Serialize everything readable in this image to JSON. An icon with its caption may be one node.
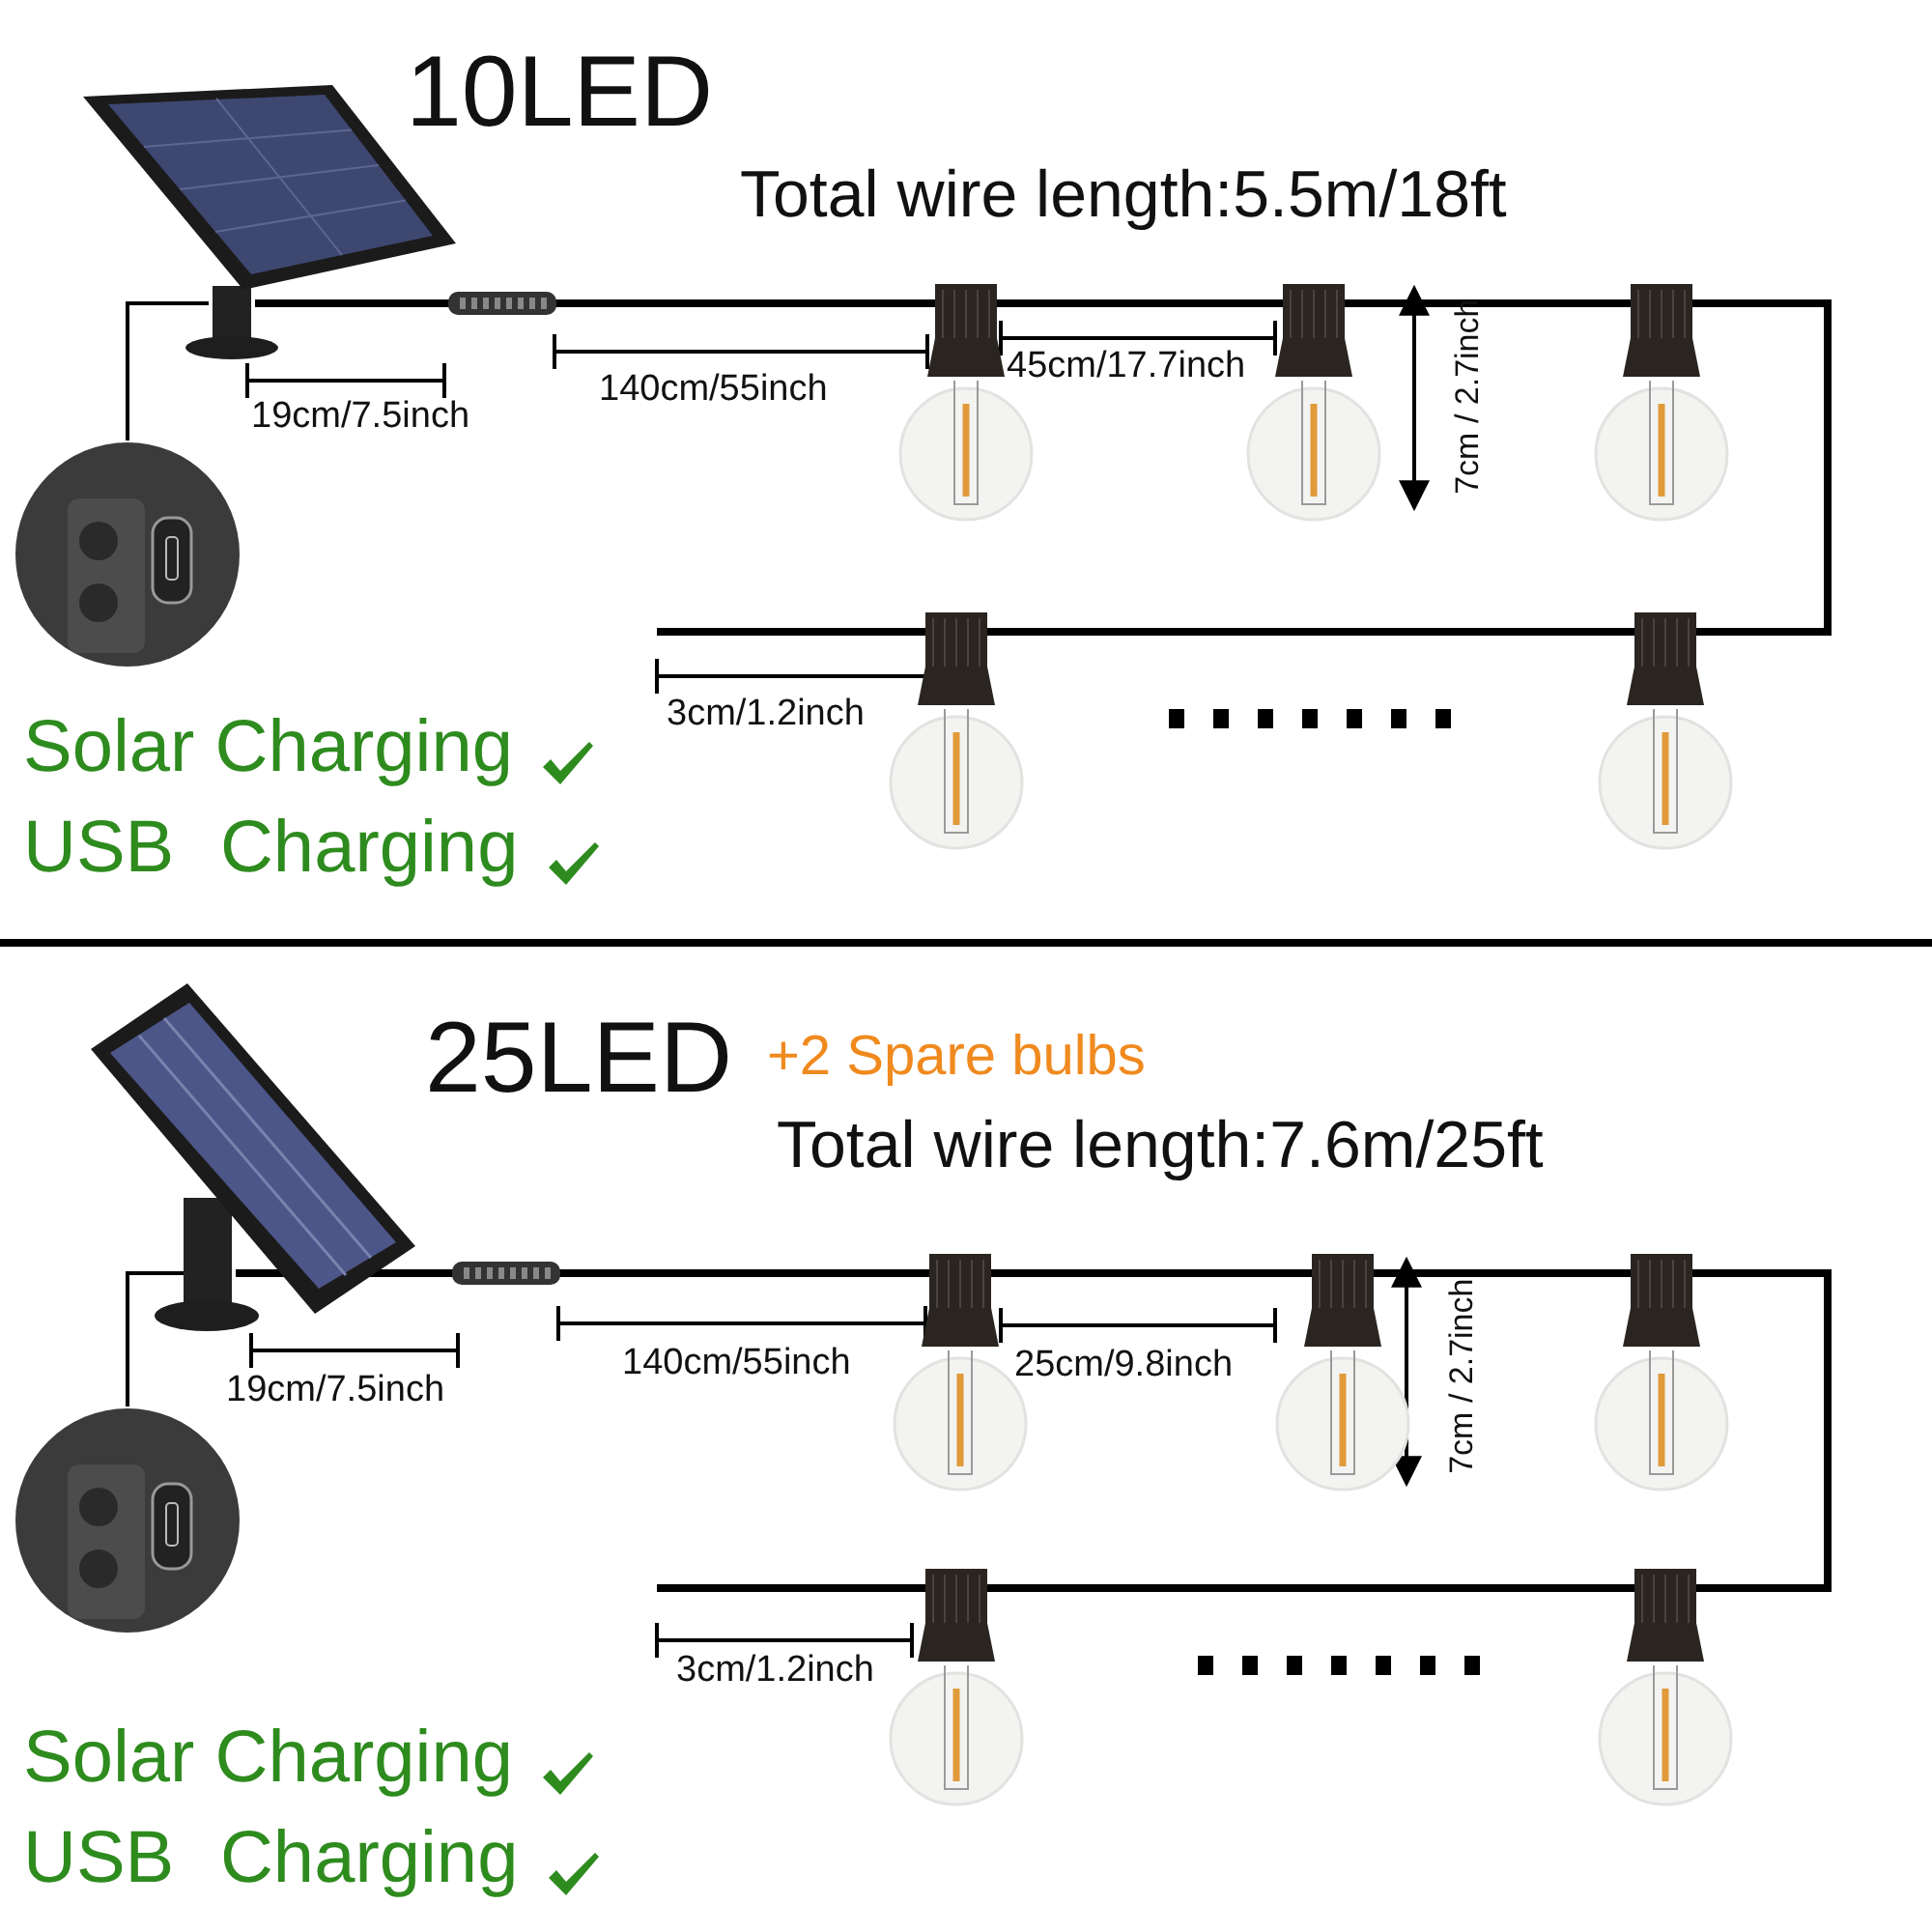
{
  "diagram": {
    "nodes": [
      {
        "text": [],
        "shape": "picture"
      },
      {
        "text": [],
        "shape": "picture"
      },
      {
        "text": [],
        "shape": "picture"
      },
      {
        "text": [],
        "shape": "picture"
      },
      {
        "text": [],
        "shape": "picture"
      },
      {
        "text": [],
        "shape": "picture"
      },
      {
        "text": [],
        "shape": "picture"
      },
      {
        "text": [],
        "shape": "picture"
      },
      {
        "text": [],
        "shape": "picture"
      },
      {
        "text": [],
        "shape": "picture"
      },
      {
        "text": [],
        "shape": "picture"
      },
      {
        "text": [],
        "shape": "picture"
      },
      {
        "text": [],
        "shape": "picture"
      },
      {
        "text": [],
        "shape": "picture"
      }
    ],
    "edges": [
      {
        "from": 0,
        "to": 1,
        "arrow": "none"
      },
      {
        "from": 0,
        "to": 2,
        "arrow": "none"
      },
      {
        "from": 2,
        "to": 3,
        "arrow": "none"
      },
      {
        "from": 3,
        "to": 4,
        "arrow": "none"
      },
      {
        "from": 4,
        "to": 6,
        "arrow": "none"
      },
      {
        "from": 6,
        "to": 5,
        "arrow": "none"
      },
      {
        "from": 5,
        "to": null,
        "arrow": "none"
      },
      {
        "from": 7,
        "to": 8,
        "arrow": "none"
      },
      {
        "from": 7,
        "to": 9,
        "arrow": "none"
      },
      {
        "from": 9,
        "to": 10,
        "arrow": "none"
      },
      {
        "from": 10,
        "to": 11,
        "arrow": "none"
      },
      {
        "from": 11,
        "to": 13,
        "arrow": "none"
      },
      {
        "from": 13,
        "to": 12,
        "arrow": "none"
      },
      {
        "from": 12,
        "to": null,
        "arrow": "none"
      }
    ],
    "labels": [
      "10LED",
      "Total wire length:5.5m/18ft",
      "140cm/55inch",
      "45cm/17.7inch",
      "7cm / 2.7inch",
      "19cm/7.5inch",
      "3cm/1.2inch",
      "Solar Charging",
      "USB Charging",
      "25LED",
      "+2 Spare bulbs",
      "Total wire length:7.6m/25ft",
      "140cm/55inch",
      "25cm/9.8inch",
      "7cm / 2.7inch",
      "19cm/7.5inch",
      "3cm/1.2inch",
      "Solar Charging",
      "USB Charging"
    ]
  }
}
